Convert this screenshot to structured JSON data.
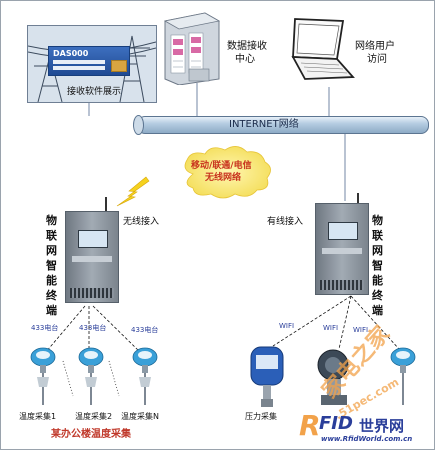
{
  "screenshot": {
    "software_brand": "DAS000",
    "software_caption": "接收软件展示"
  },
  "server": {
    "label_line1": "数据接收",
    "label_line2": "中心"
  },
  "user": {
    "label_line1": "网络用户",
    "label_line2": "访问"
  },
  "internet": {
    "label": "INTERNET网络"
  },
  "carrier": {
    "line1": "移动/联通/电信",
    "line2": "无线网络"
  },
  "left_terminal": {
    "access_label": "无线接入",
    "vertical_text": [
      "物",
      "联",
      "网",
      "智",
      "能",
      "终",
      "端"
    ]
  },
  "right_terminal": {
    "access_label": "有线接入",
    "vertical_text": [
      "物",
      "联",
      "网",
      "智",
      "能",
      "终",
      "端"
    ]
  },
  "left_links": [
    "433电台",
    "433电台",
    "433电台"
  ],
  "right_links": [
    "WIFI",
    "WIFI",
    "WIFI"
  ],
  "left_sensors": [
    "温度采集1",
    "温度采集2",
    "温度采集N"
  ],
  "right_sensors": [
    "压力采集"
  ],
  "left_group_caption": "某办公楼温度采集",
  "watermark": {
    "text1": "家电之家",
    "text2": ".51pec.com",
    "logo_r": "R",
    "logo_fid": "FID",
    "logo_world": "世界网",
    "logo_url": "www.RfidWorld.com.cn"
  },
  "colors": {
    "pipe": "#a9c6de",
    "bus_line": "#8a9bb5",
    "terminal_body": "#8a939d",
    "label_blue": "#2a3e9a",
    "caption_red": "#c0392b",
    "carrier_text": "#c8321e",
    "watermark_orange": "#f2a24a"
  }
}
